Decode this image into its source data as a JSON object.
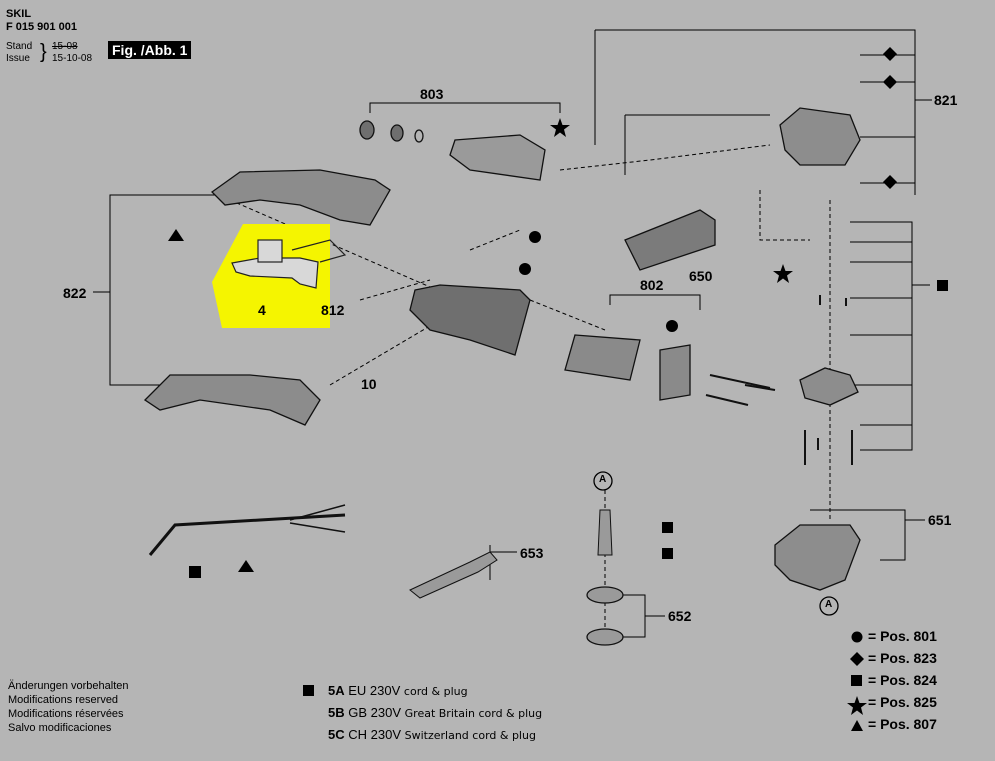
{
  "header": {
    "brand": "SKIL",
    "doc_number": "F 015 901 001",
    "stand_label": "Stand",
    "stand_value": "15-08",
    "issue_label": "Issue",
    "issue_value": "15-10-08",
    "figure": "Fig. /Abb. 1"
  },
  "part_labels": {
    "p803": "803",
    "p821": "821",
    "p822": "822",
    "p4": "4",
    "p812": "812",
    "p10": "10",
    "p650": "650",
    "p802": "802",
    "p653": "653",
    "p652": "652",
    "p651": "651",
    "circleA": "A"
  },
  "legend": [
    {
      "symbol": "circle",
      "text": "= Pos. 801"
    },
    {
      "symbol": "diamond",
      "text": "= Pos. 823"
    },
    {
      "symbol": "square",
      "text": "= Pos. 824"
    },
    {
      "symbol": "star",
      "text": "= Pos. 825"
    },
    {
      "symbol": "triangle",
      "text": "= Pos. 807"
    }
  ],
  "notes": [
    "Änderungen vorbehalten",
    "Modifications reserved",
    "Modifications réservées",
    "Salvo modificaciones"
  ],
  "variants": [
    {
      "code": "5A",
      "voltage": "EU 230V",
      "desc": "cord & plug"
    },
    {
      "code": "5B",
      "voltage": "GB 230V",
      "desc": "Great Britain cord & plug"
    },
    {
      "code": "5C",
      "voltage": "CH 230V",
      "desc": "Switzerland cord & plug"
    }
  ],
  "colors": {
    "background": "#b5b5b5",
    "highlight": "#f5f500",
    "ink": "#000000"
  }
}
